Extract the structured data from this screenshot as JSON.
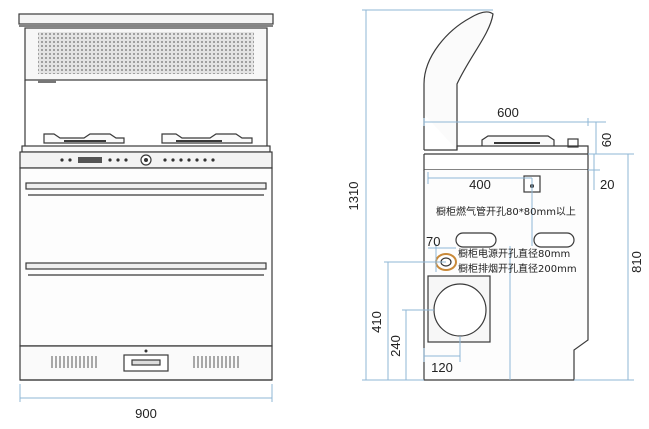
{
  "front_view": {
    "width_label": "900"
  },
  "side_view": {
    "height_total": "1310",
    "depth_top": "600",
    "height_top_offset": "60",
    "step_offset": "20",
    "inner_width": "400",
    "height_body": "810",
    "cutout_diameter": "70",
    "exhaust_height": "410",
    "exhaust_center_height": "240",
    "exhaust_width": "120",
    "note_gas": "橱柜燃气管开孔80*80mm以上",
    "note_power": "橱柜电源开孔直径80mm",
    "note_exhaust": "橱柜排烟开孔直径200mm"
  },
  "colors": {
    "line": "#3a3a3a",
    "dim_line": "#8fb7d6",
    "panel": "#f2f2f2",
    "grille": "#9a9a9a",
    "accent": "#c98a3a"
  }
}
